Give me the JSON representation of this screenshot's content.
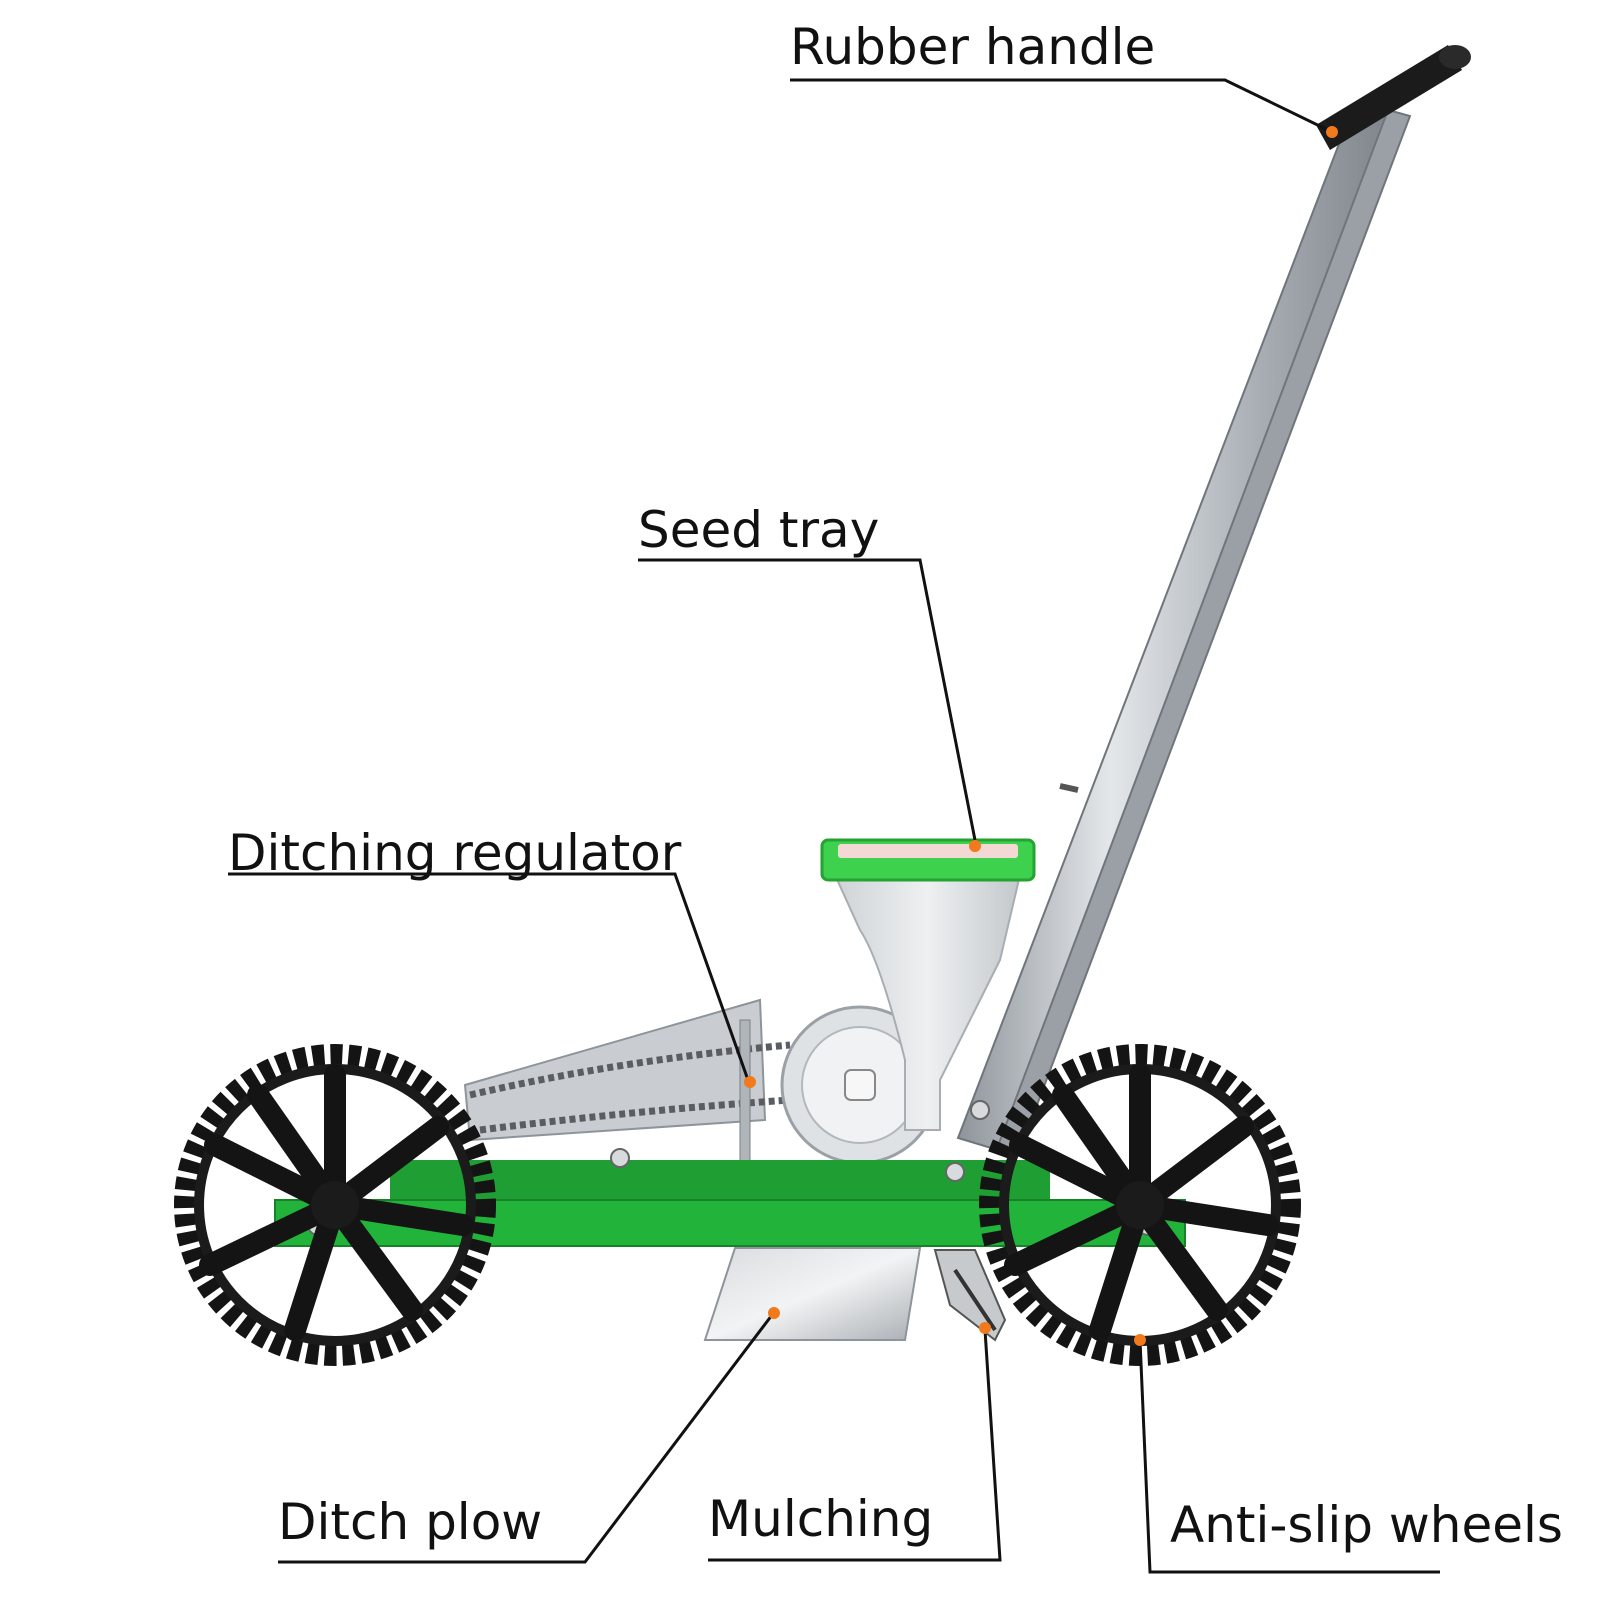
{
  "labels": {
    "rubber_handle": "Rubber handle",
    "seed_tray": "Seed tray",
    "ditching_regulator": "Ditching regulator",
    "ditch_plow": "Ditch plow",
    "mulching": "Mulching",
    "anti_slip_wheels": "Anti-slip wheels"
  },
  "colors": {
    "frame_green": "#22b33a",
    "tray_green": "#3ed14e",
    "wheel_black": "#141414",
    "steel_gray": "#b9bec4",
    "callout_line": "#111111",
    "marker_orange": "#f07a1c",
    "background": "#ffffff"
  }
}
